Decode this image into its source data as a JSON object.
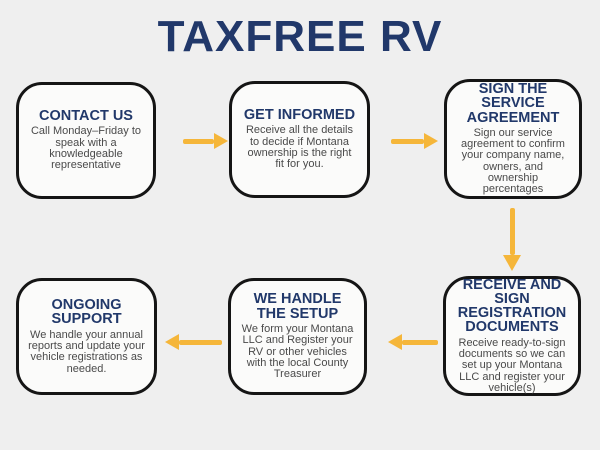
{
  "title": "TAXFREE RV",
  "colors": {
    "navy": "#21386A",
    "yellow": "#F5B63A",
    "background": "#EFEFEF",
    "box_fill": "#FBFBFA",
    "body_text": "#4A4A4A",
    "border": "#151515"
  },
  "steps": [
    {
      "id": "contact-us",
      "heading": "CONTACT US",
      "body": "Call Monday–Friday to\nspeak with a\nknowledgeable\nrepresentative"
    },
    {
      "id": "get-informed",
      "heading": "GET INFORMED",
      "body": "Receive all the details\nto decide if Montana\nownership is the right\nfit for you."
    },
    {
      "id": "sign-the-service-agreement",
      "heading": "SIGN THE\nSERVICE\nAGREEMENT",
      "body": "Sign our service\nagreement to confirm\nyour company name,\nowners, and\nownership\npercentages"
    },
    {
      "id": "receive-and-sign-registration-documents",
      "heading": "RECEIVE AND\nSIGN\nREGISTRATION\nDOCUMENTS",
      "body": "Receive ready-to-sign\ndocuments so we can\nset up your Montana\nLLC and register your\nvehicle(s)"
    },
    {
      "id": "we-handle-the-setup",
      "heading": "WE HANDLE\nTHE SETUP",
      "body": "We form your Montana\nLLC and Register your\nRV or other vehicles\nwith the local County\nTreasurer"
    },
    {
      "id": "ongoing-support",
      "heading": "ONGOING\nSUPPORT",
      "body": "We handle your annual\nreports and update your\nvehicle registrations as\nneeded."
    }
  ]
}
